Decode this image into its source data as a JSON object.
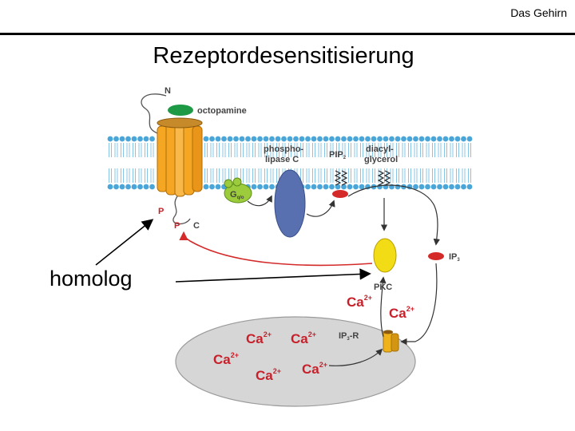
{
  "header": {
    "title": "Das Gehirn"
  },
  "slide": {
    "title": "Rezeptordesensitisierung"
  },
  "annotation": {
    "homolog": "homolog"
  },
  "diagram": {
    "receptor": {
      "n_terminus": "N",
      "ligand": "octopamine",
      "p_label_1": "P",
      "p_label_2": "P",
      "c_terminus": "C"
    },
    "g_protein": {
      "base": "G",
      "sub": "q/o"
    },
    "phospholipase": {
      "line1": "phospho-",
      "line2": "lipase C"
    },
    "pip2": {
      "base": "PIP",
      "sub": "2"
    },
    "dag": {
      "line1": "diacyl-",
      "line2": "glycerol"
    },
    "ip3": {
      "base": "IP",
      "sub": "3"
    },
    "pkc": "PKC",
    "ip3r": {
      "base": "IP",
      "sub": "3",
      "suffix": "-R"
    },
    "calcium": [
      {
        "base": "Ca",
        "sup": "2+"
      },
      {
        "base": "Ca",
        "sup": "2+"
      },
      {
        "base": "Ca",
        "sup": "2+"
      },
      {
        "base": "Ca",
        "sup": "2+"
      },
      {
        "base": "Ca",
        "sup": "2+"
      },
      {
        "base": "Ca",
        "sup": "2+"
      },
      {
        "base": "Ca",
        "sup": "2+"
      }
    ],
    "colors": {
      "receptor": "#f5a623",
      "ligand": "#1e9a46",
      "g_protein": "#9ccc3c",
      "plc": "#5870b0",
      "pkc": "#f2dc16",
      "red": "#d42a2a",
      "er": "#d6d6d6",
      "membrane": "#4aa6d8"
    }
  }
}
